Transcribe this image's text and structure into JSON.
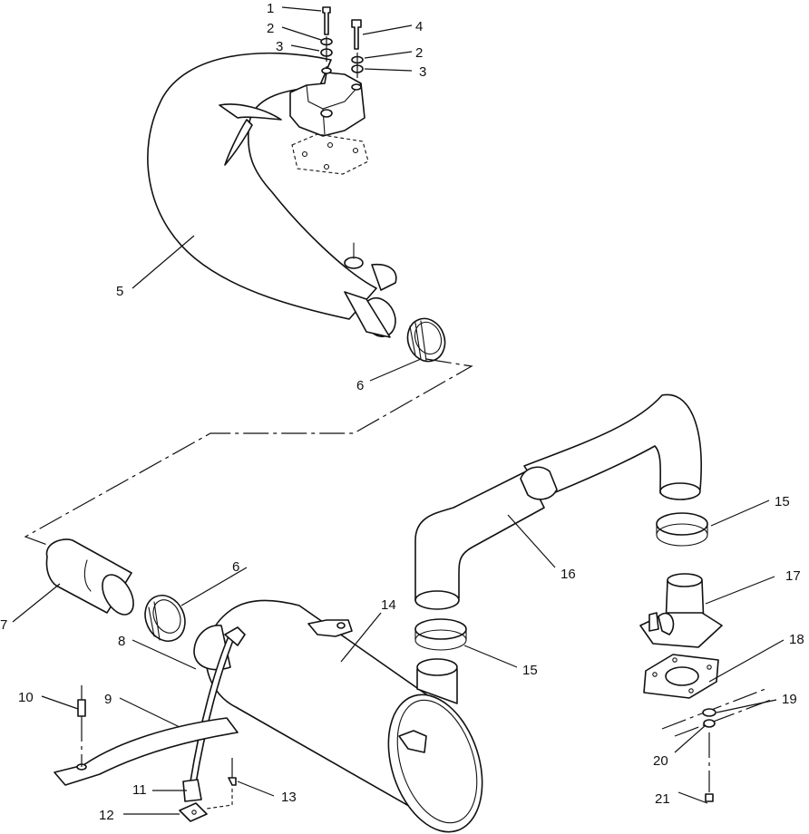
{
  "diagram": {
    "callouts": [
      {
        "id": "c1",
        "text": "1"
      },
      {
        "id": "c2a",
        "text": "2"
      },
      {
        "id": "c3a",
        "text": "3"
      },
      {
        "id": "c4",
        "text": "4"
      },
      {
        "id": "c2b",
        "text": "2"
      },
      {
        "id": "c3b",
        "text": "3"
      },
      {
        "id": "c5",
        "text": "5"
      },
      {
        "id": "c6a",
        "text": "6"
      },
      {
        "id": "c6b",
        "text": "6"
      },
      {
        "id": "c7",
        "text": "7"
      },
      {
        "id": "c8",
        "text": "8"
      },
      {
        "id": "c9",
        "text": "9"
      },
      {
        "id": "c10",
        "text": "10"
      },
      {
        "id": "c11",
        "text": "11"
      },
      {
        "id": "c12",
        "text": "12"
      },
      {
        "id": "c13",
        "text": "13"
      },
      {
        "id": "c14",
        "text": "14"
      },
      {
        "id": "c15a",
        "text": "15"
      },
      {
        "id": "c15b",
        "text": "15"
      },
      {
        "id": "c16",
        "text": "16"
      },
      {
        "id": "c17",
        "text": "17"
      },
      {
        "id": "c18",
        "text": "18"
      },
      {
        "id": "c19",
        "text": "19"
      },
      {
        "id": "c20",
        "text": "20"
      },
      {
        "id": "c21",
        "text": "21"
      }
    ]
  }
}
